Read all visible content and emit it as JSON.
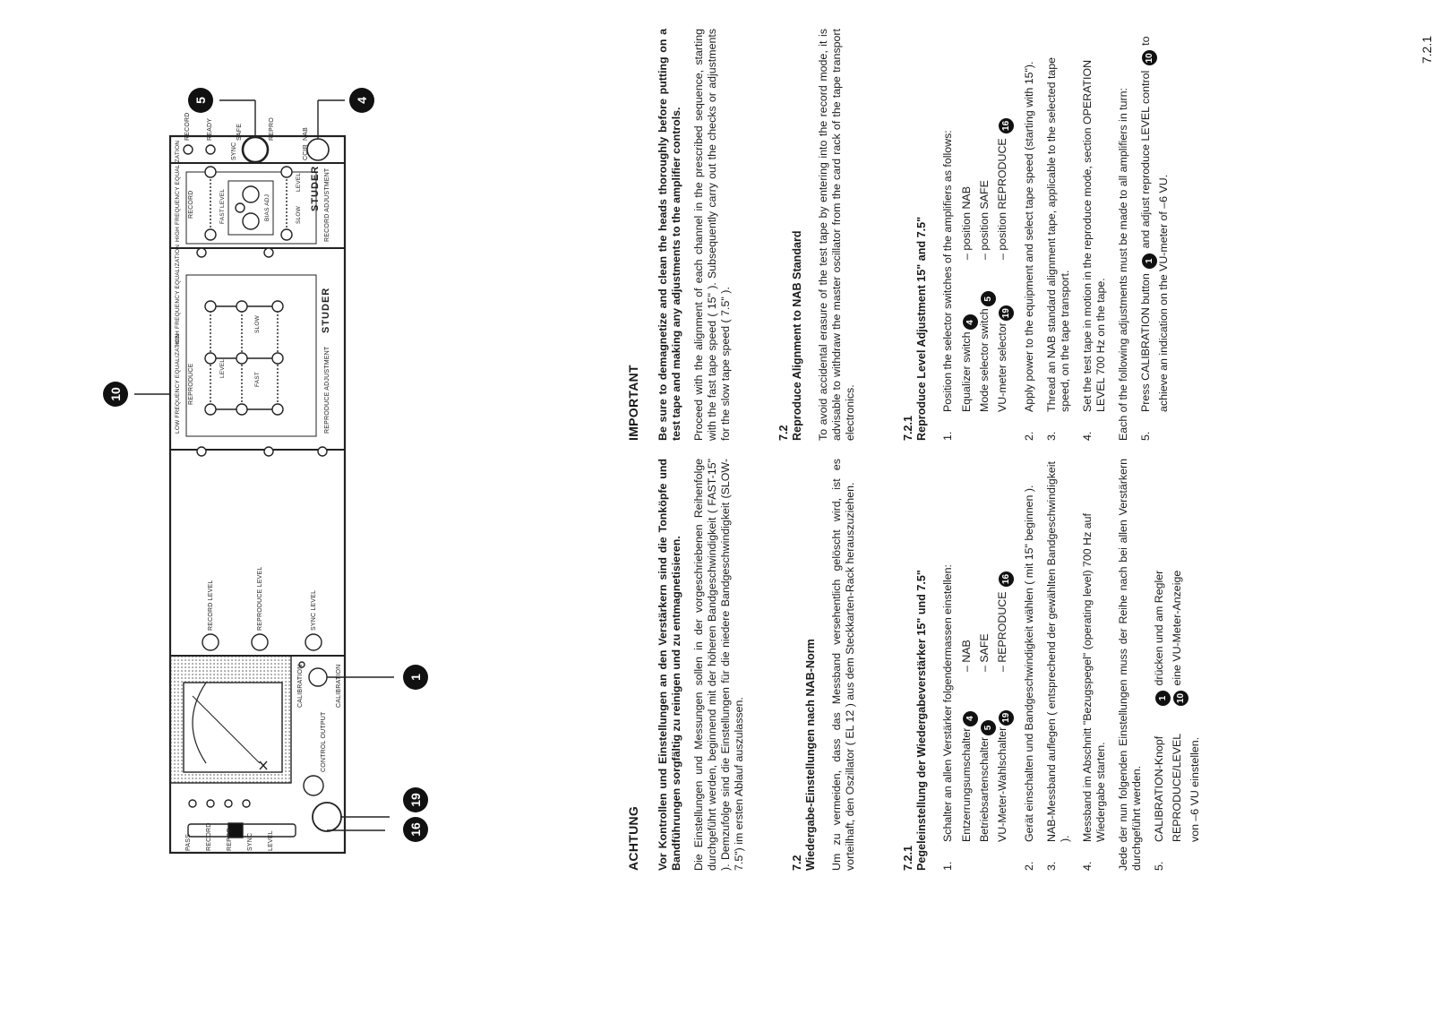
{
  "diagram": {
    "callouts": [
      "16",
      "19",
      "1",
      "10",
      "5",
      "4"
    ],
    "left_module": {
      "switch_labels": [
        "PASS",
        "RECORD",
        "REPRO",
        "SYNC",
        "LEVEL"
      ],
      "meter_labels": [
        "CONTROL OUTPUT",
        "CALIBRATION",
        "CALIBRATION"
      ],
      "knob_labels": [
        "RECORD LEVEL",
        "REPRODUCE LEVEL",
        "SYNC LEVEL"
      ]
    },
    "repro_card": {
      "title": "REPRODUCE",
      "col_labels": [
        "LOW FREQUENCY EQUALIZATION",
        "LEVEL",
        "HIGH FREQUENCY EQUALIZATION"
      ],
      "row_labels": [
        "FAST",
        "SLOW"
      ],
      "bottom": "REPRODUCE ADJUSTMENT",
      "brand": "STUDER"
    },
    "record_card": {
      "title": "RECORD",
      "col_labels": [
        "HIGH FREQUENCY EQUALIZATION",
        "LEVEL",
        "LEVEL"
      ],
      "row_labels": [
        "FAST",
        "SLOW"
      ],
      "inner": "BIAS ADJ",
      "bottom": "RECORD ADJUSTMENT",
      "brand": "STUDER"
    },
    "right_module": {
      "labels": [
        "RECORD",
        "READY",
        "SYNC",
        "SAFE",
        "REPRO",
        "CCIR",
        "NAB"
      ]
    }
  },
  "german": {
    "important_title": "ACHTUNG",
    "important_bold": "Vor Kontrollen und Einstellungen an den Verstärkern sind die Tonköpfe und Bandführungen sorgfältig zu reinigen und zu entmagnetisieren.",
    "important_text": "Die Einstellungen und Messungen sollen in der vorgeschriebenen Reihenfolge durchgeführt werden, beginnend mit der höheren Bandgeschwindigkeit ( FAST-15\" ). Demzufolge sind die Einstellungen für die niedere Bandgeschwindigkeit (SLOW-7.5\") im ersten Ablauf auszulassen.",
    "sec72_num": "7.2",
    "sec72_title": "Wiedergabe-Einstellungen nach NAB-Norm",
    "sec72_text": "Um zu vermeiden, dass das Messband versehentlich gelöscht wird, ist es vorteilhaft, den Oszillator ( EL 12 ) aus dem Steckkarten-Rack herauszuziehen.",
    "sec721_num": "7.2.1",
    "sec721_title": "Pegeleinstellung der Wiedergabeverstärker 15\" und 7.5\"",
    "item1": "Schalter an allen Verstärker folgendermassen einstellen:",
    "set1_name": "Entzerrungsumschalter",
    "set1_ref": "4",
    "set1_val": "– NAB",
    "set2_name": "Betriebsartenschalter",
    "set2_ref": "5",
    "set2_val": "– SAFE",
    "set3_name": "VU-Meter-Wahlschalter",
    "set3_ref": "19",
    "set3_val": "– REPRODUCE",
    "set3_ref2": "16",
    "item2": "Gerät einschalten und Bandgeschwindigkeit wählen ( mit 15\" beginnen ).",
    "item3": "NAB-Messband auflegen ( entsprechend der gewählten Bandgeschwindigkeit ).",
    "item4": "Messband im Abschnitt \"Bezugspegel\" (operating level) 700 Hz auf Wiedergabe starten.",
    "note": "Jede der nun folgenden Einstellungen muss der Reihe nach bei allen Verstärkern durchgeführt werden.",
    "item5_a": "CALIBRATION-Knopf",
    "item5_ref1": "1",
    "item5_b": "drücken und am Regler",
    "item5_c": "REPRODUCE/LEVEL",
    "item5_ref2": "10",
    "item5_d": "eine VU-Meter-Anzeige",
    "item5_e": "von –6 VU einstellen.",
    "n1": "1.",
    "n2": "2.",
    "n3": "3.",
    "n4": "4.",
    "n5": "5."
  },
  "english": {
    "important_title": "IMPORTANT",
    "important_bold": "Be sure to demagnetize and clean the heads thoroughly before putting on a test tape and making any adjustments to the amplifier controls.",
    "important_text": "Proceed with the alignment of each channel in the prescribed sequence, starting with the fast tape speed ( 15\" ). Subsequently carry out the checks or adjustments for the slow tape speed ( 7.5\" ).",
    "sec72_num": "7.2",
    "sec72_title": "Reproduce Alignment to NAB Standard",
    "sec72_text": "To avoid accidental erasure of the test tape by entering into the record mode, it is advisable to withdraw the master oscillator from the card rack of the tape transport electronics.",
    "sec721_num": "7.2.1",
    "sec721_title": "Reproduce Level Adjustment 15\" and 7.5\"",
    "item1": "Position the selector switches of the amplifiers as follows:",
    "set1_name": "Equalizer switch",
    "set1_ref": "4",
    "set1_val": "– position NAB",
    "set2_name": "Mode selector switch",
    "set2_ref": "5",
    "set2_val": "– position SAFE",
    "set3_name": "VU-meter selector",
    "set3_ref": "19",
    "set3_val": "– position REPRODUCE",
    "set3_ref2": "16",
    "item2": "Apply power to the equipment and select tape speed (starting with 15\").",
    "item3": "Thread an NAB standard alignment tape, applicable to the selected tape speed, on the tape transport.",
    "item4": "Set the test tape in motion in the reproduce mode, section OPERATION LEVEL 700 Hz on the tape.",
    "note": "Each of the following adjustments must be made to all amplifiers in turn:",
    "item5_a": "Press CALIBRATION button",
    "item5_ref1": "1",
    "item5_b": "and adjust reproduce LEVEL control",
    "item5_ref2": "10",
    "item5_c": "to achieve an indication on the VU-meter of –6 VU.",
    "n1": "1.",
    "n2": "2.",
    "n3": "3.",
    "n4": "4.",
    "n5": "5."
  },
  "footer": {
    "page_code": "7.2.1"
  }
}
